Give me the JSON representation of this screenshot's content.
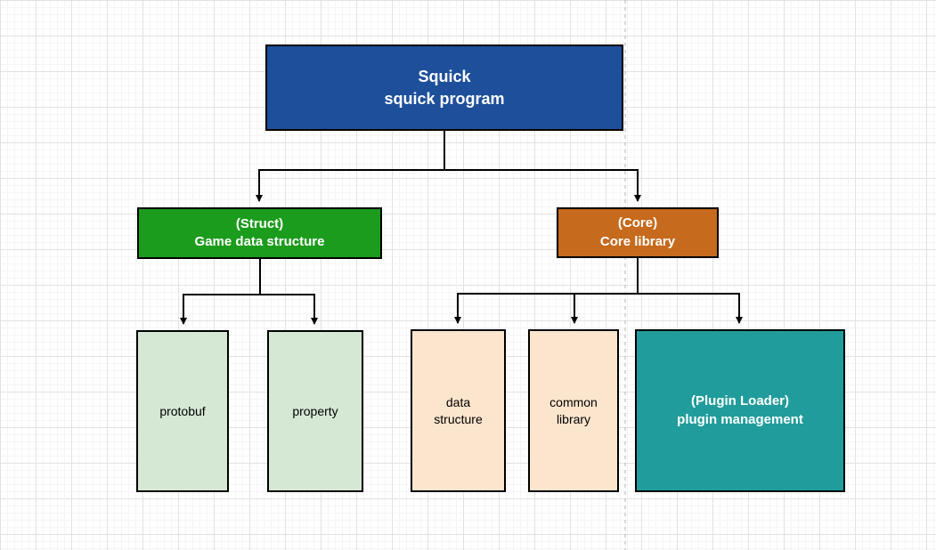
{
  "diagram": {
    "nodes": {
      "squick": {
        "line1": "Squick",
        "line2": "squick program"
      },
      "struct": {
        "line1": "(Struct)",
        "line2": "Game data structure"
      },
      "core": {
        "line1": "(Core)",
        "line2": "Core library"
      },
      "protobuf": {
        "label": "protobuf"
      },
      "property": {
        "label": "property"
      },
      "data_structure": {
        "label": "data structure"
      },
      "common_library": {
        "label": "common library"
      },
      "plugin": {
        "line1": "(Plugin Loader)",
        "line2": "plugin management"
      }
    },
    "colors": {
      "squick_fill": "#1D4F9B",
      "struct_fill": "#1C9C1C",
      "core_fill": "#C66A1D",
      "light_green_fill": "#D5E8D4",
      "peach_fill": "#FCE5CD",
      "plugin_fill": "#219C9C",
      "box_border": "#000000",
      "connector": "#000000",
      "page_boundary_dash": "#B3B3B3",
      "grid_major": "#E2E2E2",
      "grid_minor": "#F5F5F5",
      "canvas_background": "#FFFFFF"
    }
  }
}
